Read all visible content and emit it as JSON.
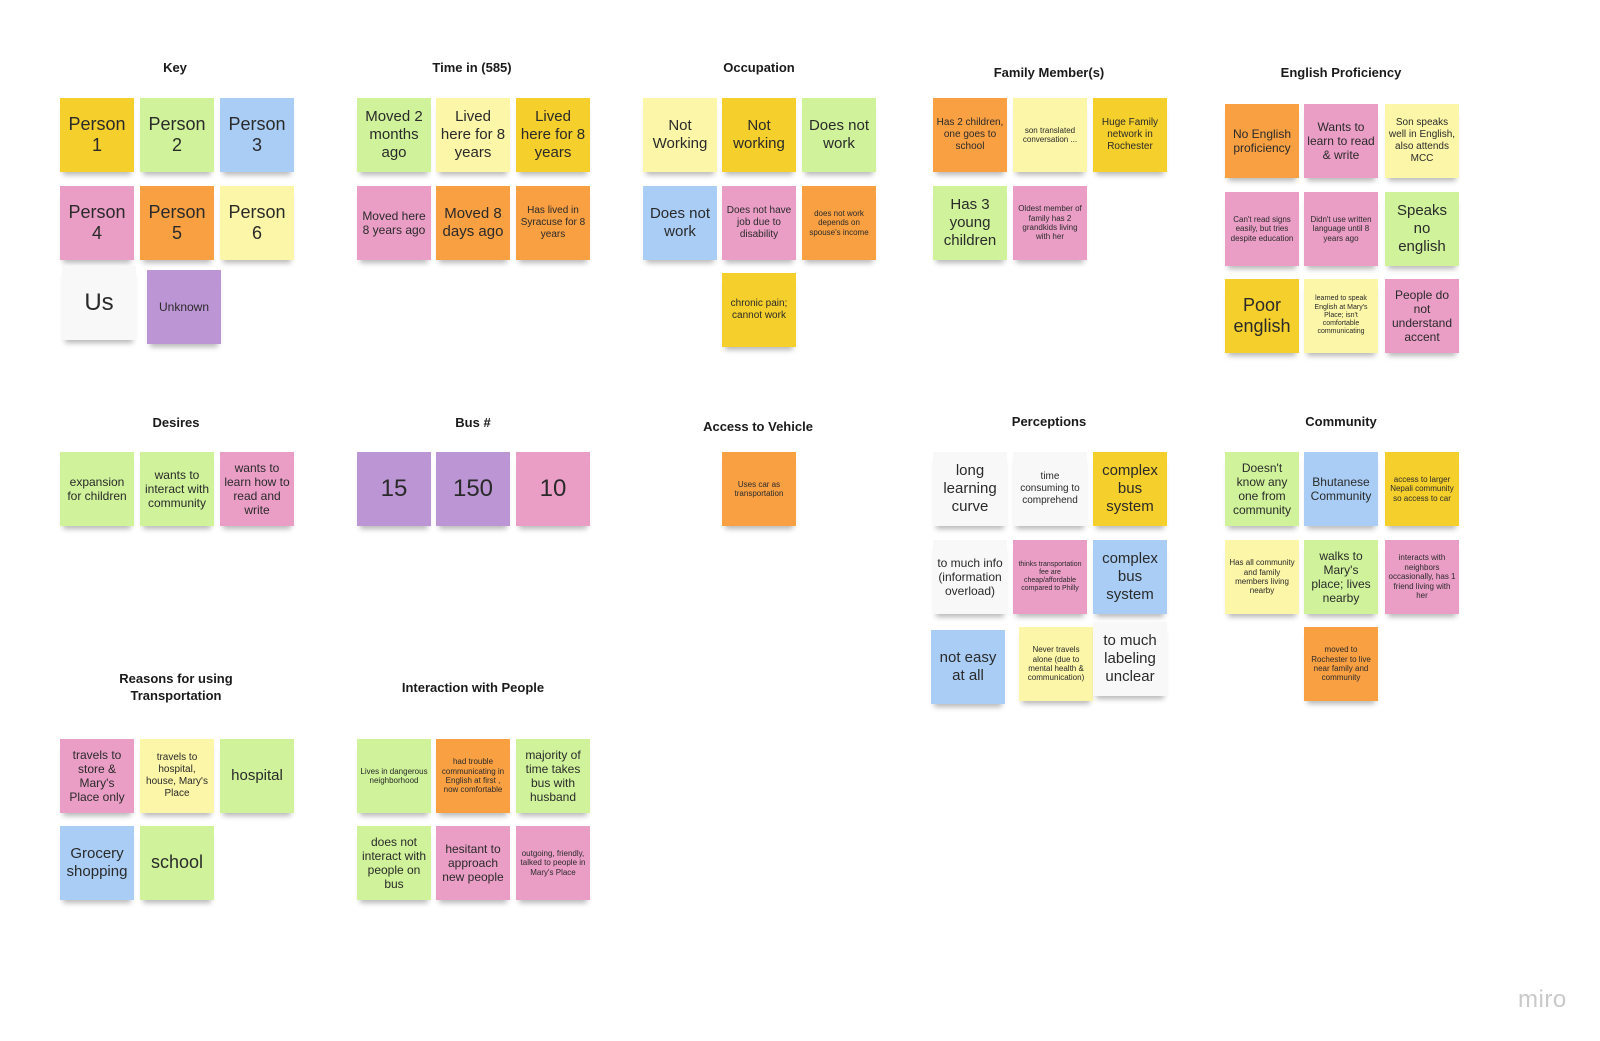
{
  "board": {
    "logo": "miro",
    "sections": [
      {
        "id": "key",
        "title": "Key",
        "notes": [
          {
            "text": "Person 1",
            "color": "yellow",
            "size": "l"
          },
          {
            "text": "Person 2",
            "color": "green",
            "size": "l"
          },
          {
            "text": "Person 3",
            "color": "blue",
            "size": "l"
          },
          {
            "text": "Person 4",
            "color": "pink",
            "size": "l"
          },
          {
            "text": "Person 5",
            "color": "orange",
            "size": "l"
          },
          {
            "text": "Person 6",
            "color": "lyellow",
            "size": "l"
          },
          {
            "text": "Us",
            "color": "white",
            "size": "xl"
          },
          {
            "text": "Unknown",
            "color": "purple",
            "size": "s"
          }
        ]
      },
      {
        "id": "time",
        "title": "Time in (585)",
        "notes": [
          {
            "text": "Moved 2 months ago",
            "color": "green",
            "size": "m"
          },
          {
            "text": "Lived here for 8 years",
            "color": "lyellow",
            "size": "m"
          },
          {
            "text": "Lived here for 8 years",
            "color": "yellow",
            "size": "m"
          },
          {
            "text": "Moved here 8 years ago",
            "color": "pink",
            "size": "s"
          },
          {
            "text": "Moved 8 days ago",
            "color": "orange",
            "size": "m"
          },
          {
            "text": "Has lived in Syracuse for 8 years",
            "color": "orange",
            "size": "xs"
          }
        ]
      },
      {
        "id": "occupation",
        "title": "Occupation",
        "notes": [
          {
            "text": "Not Working",
            "color": "lyellow",
            "size": "m"
          },
          {
            "text": "Not working",
            "color": "yellow",
            "size": "m"
          },
          {
            "text": "Does not work",
            "color": "green",
            "size": "m"
          },
          {
            "text": "Does not work",
            "color": "blue",
            "size": "m"
          },
          {
            "text": "Does not have job due to disability",
            "color": "pink",
            "size": "xs"
          },
          {
            "text": "does not work depends on spouse's income",
            "color": "orange",
            "size": "xxs"
          },
          {
            "text": "chronic pain; cannot work",
            "color": "yellow",
            "size": "xs"
          }
        ]
      },
      {
        "id": "family",
        "title": "Family Member(s)",
        "notes": [
          {
            "text": "Has 2 children, one goes to school",
            "color": "orange",
            "size": "xs"
          },
          {
            "text": "son translated conversation ...",
            "color": "lyellow",
            "size": "xxs"
          },
          {
            "text": "Huge Family network in Rochester",
            "color": "yellow",
            "size": "xs"
          },
          {
            "text": "Has 3 young children",
            "color": "green",
            "size": "m"
          },
          {
            "text": "Oldest member of family has 2 grandkids living with her",
            "color": "pink",
            "size": "xxs"
          }
        ]
      },
      {
        "id": "english",
        "title": "English Proficiency",
        "notes": [
          {
            "text": "No English proficiency",
            "color": "orange",
            "size": "s"
          },
          {
            "text": "Wants to learn to read & write",
            "color": "pink",
            "size": "s"
          },
          {
            "text": "Son speaks well in English, also attends MCC",
            "color": "lyellow",
            "size": "xs"
          },
          {
            "text": "Can't read signs easily, but tries despite education",
            "color": "pink",
            "size": "xxs"
          },
          {
            "text": "Didn't use written language until 8 years ago",
            "color": "pink",
            "size": "xxs"
          },
          {
            "text": "Speaks no english",
            "color": "green",
            "size": "m"
          },
          {
            "text": "Poor english",
            "color": "yellow",
            "size": "l"
          },
          {
            "text": "learned to speak English at Mary's Place; isn't comfortable communicating",
            "color": "lyellow",
            "size": "tiny"
          },
          {
            "text": "People do not understand accent",
            "color": "pink",
            "size": "s"
          }
        ]
      },
      {
        "id": "desires",
        "title": "Desires",
        "notes": [
          {
            "text": "expansion for children",
            "color": "green",
            "size": "s"
          },
          {
            "text": "wants to interact with community",
            "color": "green",
            "size": "s"
          },
          {
            "text": "wants to learn how to read and write",
            "color": "pink",
            "size": "s"
          }
        ]
      },
      {
        "id": "bus",
        "title": "Bus #",
        "notes": [
          {
            "text": "15",
            "color": "purple",
            "size": "xl"
          },
          {
            "text": "150",
            "color": "purple",
            "size": "xl"
          },
          {
            "text": "10",
            "color": "pink",
            "size": "xl"
          }
        ]
      },
      {
        "id": "vehicle",
        "title": "Access to Vehicle",
        "notes": [
          {
            "text": "Uses car as transportation",
            "color": "orange",
            "size": "xxs"
          }
        ]
      },
      {
        "id": "perceptions",
        "title": "Perceptions",
        "notes": [
          {
            "text": "long learning curve",
            "color": "white",
            "size": "m"
          },
          {
            "text": "time consuming to comprehend",
            "color": "white",
            "size": "xs"
          },
          {
            "text": "complex bus system",
            "color": "yellow",
            "size": "m"
          },
          {
            "text": "to much info (information overload)",
            "color": "white",
            "size": "s"
          },
          {
            "text": "thinks transportation fee are cheap/affordable compared to Philly",
            "color": "pink",
            "size": "tiny"
          },
          {
            "text": "complex bus system",
            "color": "blue",
            "size": "m"
          },
          {
            "text": "not easy at all",
            "color": "blue",
            "size": "m"
          },
          {
            "text": "Never travels alone (due to mental health & communication)",
            "color": "lyellow",
            "size": "xxs"
          },
          {
            "text": "to much labeling unclear",
            "color": "white",
            "size": "m"
          }
        ]
      },
      {
        "id": "community",
        "title": "Community",
        "notes": [
          {
            "text": "Doesn't know any one from community",
            "color": "green",
            "size": "s"
          },
          {
            "text": "Bhutanese Community",
            "color": "blue",
            "size": "s"
          },
          {
            "text": "access to larger Nepali community so access to car",
            "color": "yellow",
            "size": "xxs"
          },
          {
            "text": "Has all community and family members living nearby",
            "color": "lyellow",
            "size": "xxs"
          },
          {
            "text": "walks to Mary's place; lives nearby",
            "color": "green",
            "size": "s"
          },
          {
            "text": "interacts with neighbors occasionally, has 1 friend living with her",
            "color": "pink",
            "size": "xxs"
          },
          {
            "text": "moved to Rochester to live near family and community",
            "color": "orange",
            "size": "xxs"
          }
        ]
      },
      {
        "id": "reasons",
        "title": "Reasons for using\nTransportation",
        "notes": [
          {
            "text": "travels to store & Mary's Place only",
            "color": "pink",
            "size": "s"
          },
          {
            "text": "travels to hospital, house, Mary's Place",
            "color": "lyellow",
            "size": "xs"
          },
          {
            "text": "hospital",
            "color": "green",
            "size": "m"
          },
          {
            "text": "Grocery shopping",
            "color": "blue",
            "size": "m"
          },
          {
            "text": "school",
            "color": "green",
            "size": "l"
          }
        ]
      },
      {
        "id": "interaction",
        "title": "Interaction with People",
        "notes": [
          {
            "text": "Lives in dangerous neighborhood",
            "color": "green",
            "size": "xxs"
          },
          {
            "text": "had trouble communicating in English at first , now comfortable",
            "color": "orange",
            "size": "xxs"
          },
          {
            "text": "majority of time takes bus with husband",
            "color": "green",
            "size": "s"
          },
          {
            "text": "does not interact with people on bus",
            "color": "green",
            "size": "s"
          },
          {
            "text": "hesitant to approach new people",
            "color": "pink",
            "size": "s"
          },
          {
            "text": "outgoing, friendly, talked to people in Mary's Place",
            "color": "pink",
            "size": "xxs"
          }
        ]
      }
    ]
  }
}
